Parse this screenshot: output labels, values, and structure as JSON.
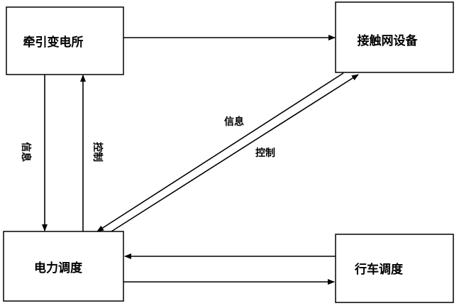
{
  "nodes": {
    "traction_substation": "牵引变电所",
    "catenary_equipment": "接触网设备",
    "power_dispatch": "电力调度",
    "train_dispatch": "行车调度"
  },
  "edges": {
    "info_vertical": "信息",
    "control_vertical": "控制",
    "info_diagonal": "信息",
    "control_diagonal": "控制"
  },
  "colors": {
    "stroke": "#000000",
    "background": "#ffffff"
  }
}
